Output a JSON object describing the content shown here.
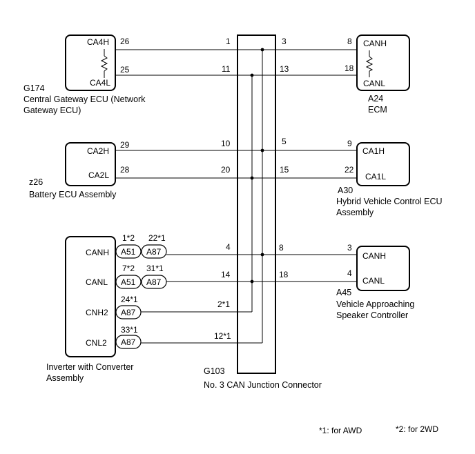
{
  "ecus": {
    "gateway": {
      "id": "G174",
      "name_line1": "Central Gateway ECU (Network",
      "name_line2": "Gateway ECU)",
      "pin_hi": "CA4H",
      "pin_lo": "CA4L",
      "pin_hi_no": "26",
      "pin_lo_no": "25"
    },
    "battery": {
      "id": "z26",
      "name_line1": "Battery ECU Assembly",
      "pin_hi": "CA2H",
      "pin_lo": "CA2L",
      "pin_hi_no": "29",
      "pin_lo_no": "28"
    },
    "inverter": {
      "name_line1": "Inverter with Converter",
      "name_line2": "Assembly",
      "pins": [
        "CANH",
        "CANL",
        "CNH2",
        "CNL2"
      ]
    },
    "ecm": {
      "id": "A24",
      "name_line1": "ECM",
      "pin_hi": "CANH",
      "pin_lo": "CANL",
      "pin_hi_no": "8",
      "pin_lo_no": "18"
    },
    "hybrid": {
      "id": "A30",
      "name_line1": "Hybrid Vehicle Control ECU",
      "name_line2": "Assembly",
      "pin_hi": "CA1H",
      "pin_lo": "CA1L",
      "pin_hi_no": "9",
      "pin_lo_no": "22"
    },
    "speaker": {
      "id": "A45",
      "name_line1": "Vehicle Approaching",
      "name_line2": "Speaker Controller",
      "pin_hi": "CANH",
      "pin_lo": "CANL",
      "pin_hi_no": "3",
      "pin_lo_no": "4"
    }
  },
  "junction": {
    "id": "G103",
    "name": "No. 3 CAN Junction Connector"
  },
  "junction_pins_left": [
    "1",
    "11",
    "10",
    "20",
    "4",
    "14",
    "2*1",
    "12*1"
  ],
  "junction_pins_right": [
    "3",
    "13",
    "5",
    "15",
    "8",
    "18"
  ],
  "inverter_connectors": {
    "a51": "A51",
    "a87": "A87",
    "canh_a51_pin": "1*2",
    "canh_a87_pin": "22*1",
    "canl_a51_pin": "7*2",
    "canl_a87_pin": "31*1",
    "cnh2_a87_pin": "24*1",
    "cnl2_a87_pin": "33*1"
  },
  "notes": {
    "awd": "*1: for AWD",
    "twowd": "*2: for 2WD"
  }
}
